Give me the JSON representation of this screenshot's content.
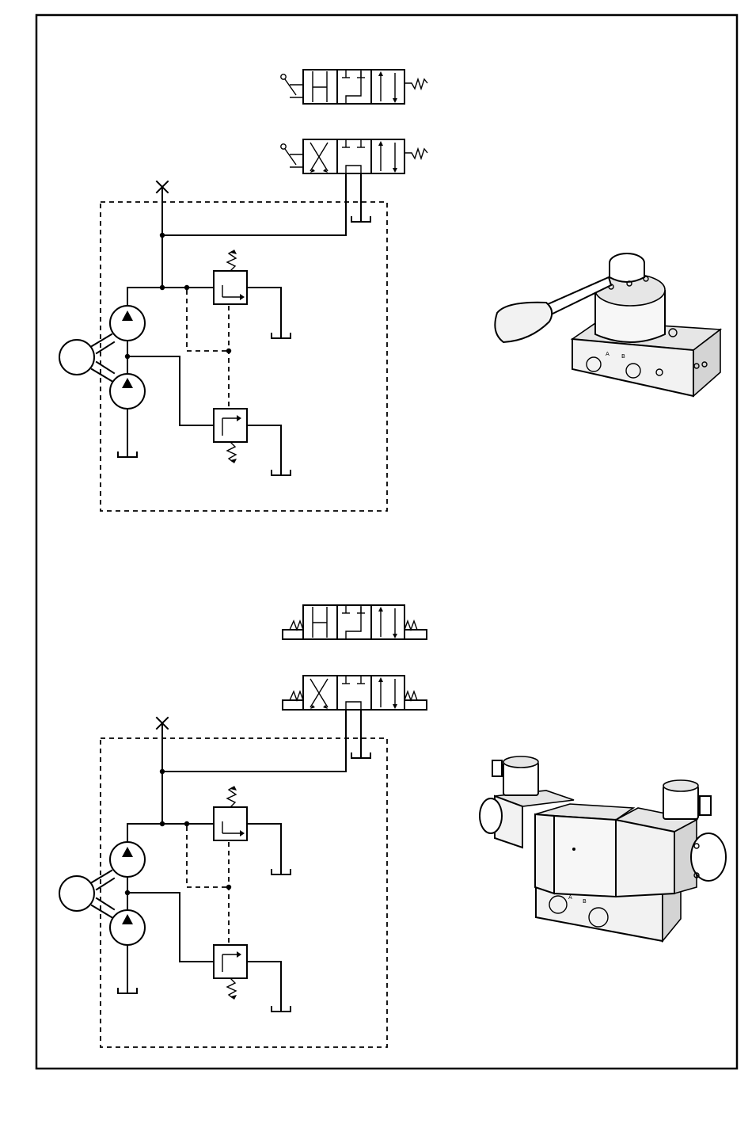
{
  "figure": {
    "port_label_a": "A",
    "port_label_b": "B"
  },
  "colors": {
    "line": "#000000",
    "background": "#ffffff",
    "valve_shading": "#e6e6e6"
  },
  "icons": {
    "pump": "circle-with-filled-triangle",
    "motor": "circle",
    "tank": "tank-symbol",
    "relief_valve": "square-with-arrow-and-spring",
    "manual_lever": "lever-operator-symbol",
    "solenoid": "solenoid-operator-symbol"
  }
}
